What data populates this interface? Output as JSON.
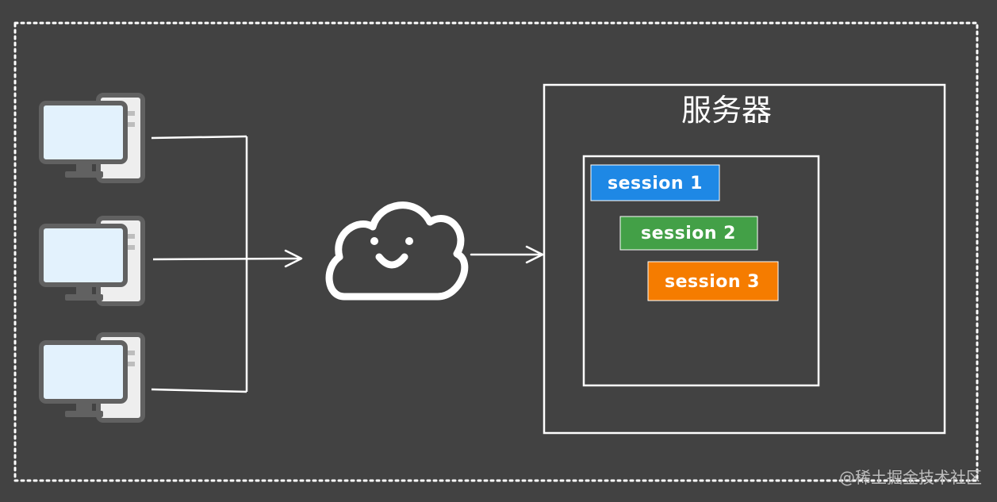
{
  "server": {
    "title": "服务器"
  },
  "sessions": [
    {
      "label": "session 1",
      "color": "#1e88e5"
    },
    {
      "label": "session 2",
      "color": "#43a047"
    },
    {
      "label": "session 3",
      "color": "#f57c00"
    }
  ],
  "watermark": "@稀土掘金技术社区",
  "colors": {
    "background": "#424242",
    "lines": "#ffffff",
    "monitor_screen": "#e3f2fd",
    "monitor_frame": "#616161",
    "tower": "#eeeeee"
  },
  "icons": {
    "clients": [
      "computer-icon",
      "computer-icon",
      "computer-icon"
    ],
    "network": "cloud-smile-icon"
  }
}
